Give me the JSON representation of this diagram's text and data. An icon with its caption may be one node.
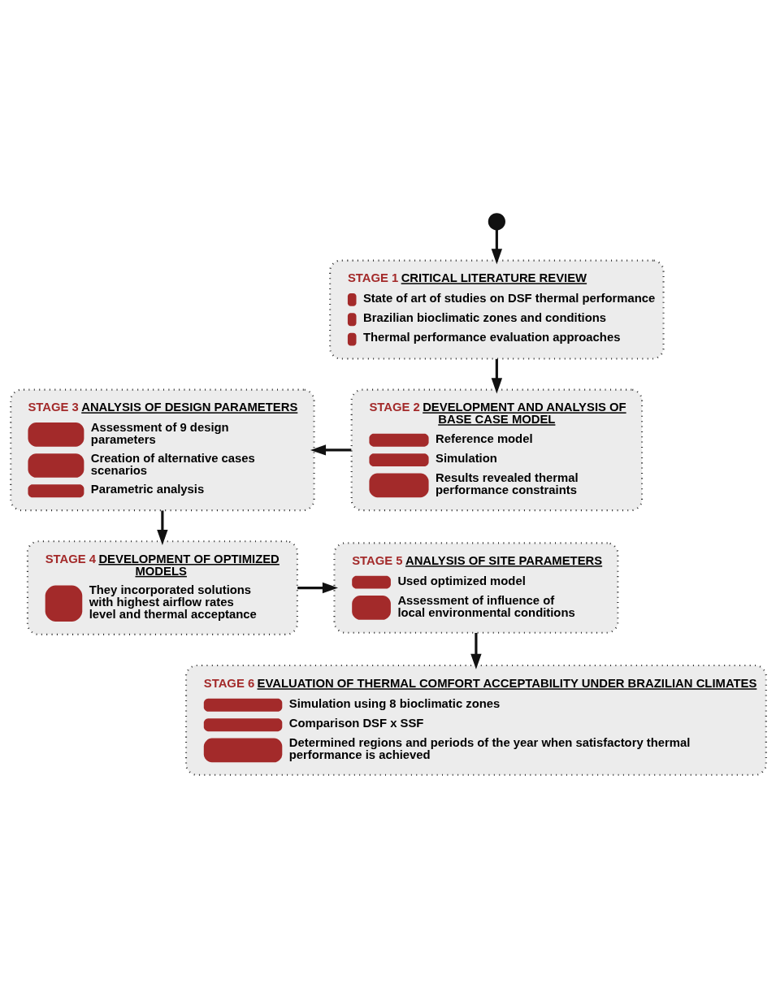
{
  "diagram": {
    "nodes": [
      {
        "text": [],
        "shape": "circle"
      },
      {
        "text": [
          "STAGE 1",
          "CRITICAL LITERATURE REVIEW",
          "State of art of studies on DSF thermal performance",
          "Brazilian bioclimatic zones and conditions",
          "Thermal performance evaluation approaches"
        ]
      },
      {
        "text": [
          "STAGE 2",
          "DEVELOPMENT AND ANALYSIS OF BASE CASE MODEL",
          "Reference model",
          "Simulation",
          "Results revealed thermal performance constraints"
        ]
      },
      {
        "text": [
          "STAGE 3",
          "ANALYSIS OF DESIGN PARAMETERS",
          "Assessment of 9 design parameters",
          "Creation of alternative cases scenarios",
          "Parametric analysis"
        ]
      },
      {
        "text": [
          "STAGE 4",
          "DEVELOPMENT OF OPTIMIZED MODELS",
          "They incorporated solutions with highest airflow rates level and thermal acceptance"
        ]
      },
      {
        "text": [
          "STAGE 5",
          "ANALYSIS OF SITE PARAMETERS",
          "Used optimized model",
          "Assessment of influence of local environmental conditions"
        ]
      },
      {
        "text": [
          "STAGE 6",
          "EVALUATION OF THERMAL COMFORT ACCEPTABILITY UNDER BRAZILIAN CLIMATES",
          "Simulation using 8 bioclimatic zones",
          "Comparison DSF x SSF",
          "Determined regions and periods of the year when satisfactory thermal performance is achieved"
        ]
      }
    ],
    "edges": [
      {
        "from": 0,
        "to": 1,
        "arrow": "to"
      },
      {
        "from": 1,
        "to": 2,
        "arrow": "to"
      },
      {
        "from": 2,
        "to": 3,
        "arrow": "to"
      },
      {
        "from": 3,
        "to": 4,
        "arrow": "to"
      },
      {
        "from": 4,
        "to": 5,
        "arrow": "to"
      },
      {
        "from": 5,
        "to": 6,
        "arrow": "to"
      }
    ]
  }
}
